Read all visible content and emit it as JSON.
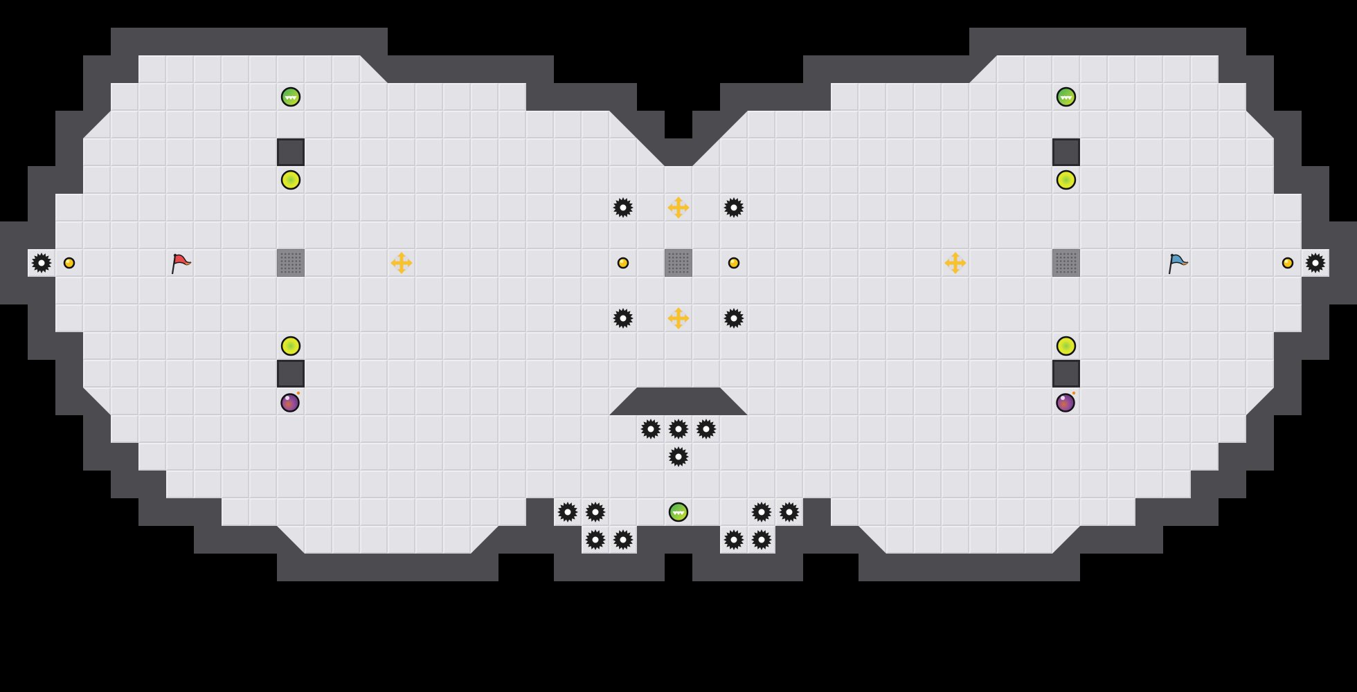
{
  "game": {
    "view": "map-editor-preview",
    "teams": [
      {
        "name": "red",
        "flag_color": "#e84a4a"
      },
      {
        "name": "blue",
        "flag_color": "#5aa0c8"
      }
    ]
  },
  "colors": {
    "background": "#000000",
    "wall": "#4b4b50",
    "floor": "#e3e3e7",
    "spike": "#1c1c1c",
    "button": "#f5c518",
    "boost_green": "#4caf50",
    "portal_lime": "#d8e82a",
    "bomb_purple": "#9a4f9a",
    "speed_pad": "#f7c232",
    "gate_gray": "#8a8a8e"
  },
  "legend": [
    "spike",
    "button",
    "red-flag",
    "blue-flag",
    "boost",
    "portal",
    "bomb",
    "speed-pad",
    "gate",
    "wall-block"
  ]
}
